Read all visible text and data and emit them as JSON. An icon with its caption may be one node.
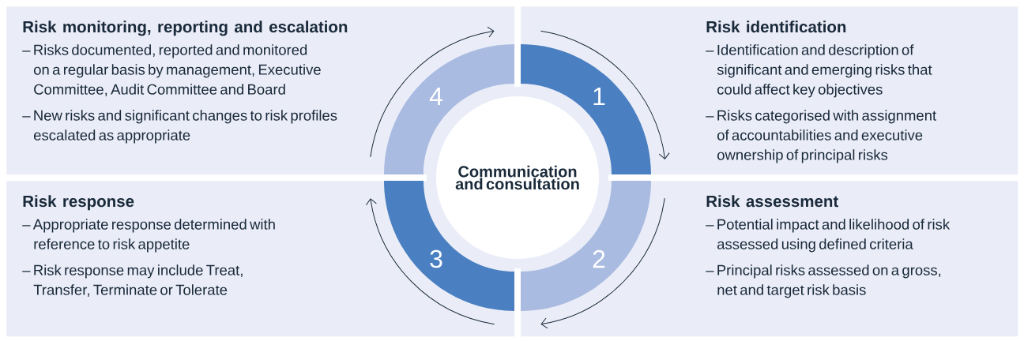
{
  "diagram": {
    "nodes": [
      {
        "text": [
          "Risk monitoring, reporting and escalation",
          "– Risks documented, reported and monitored on a regular basis by management, Executive Committee, Audit Committee and Board",
          "– New risks and significant changes to risk profiles escalated as appropriate"
        ]
      },
      {
        "text": [
          "Risk identification",
          "– Identification and description of significant and emerging risks that could affect key objectives",
          "– Risks categorised with assignment of accountabilities and executive ownership of principal risks"
        ]
      },
      {
        "text": [
          "Risk response",
          "– Appropriate response determined with reference to risk appetite",
          "– Risk response may include Treat, Transfer, Terminate or Tolerate"
        ]
      },
      {
        "text": [
          "Risk assessment",
          "– Potential impact and likelihood of risk assessed using defined criteria",
          "– Principal risks assessed on a gross, net and target risk basis"
        ]
      },
      {
        "text": [
          "1"
        ],
        "in": 1
      },
      {
        "text": [
          "2"
        ],
        "in": 3
      },
      {
        "text": [
          "3"
        ],
        "in": 2
      },
      {
        "text": [
          "4"
        ],
        "in": 0
      },
      {
        "text": [
          "Communication and consultation"
        ]
      }
    ]
  }
}
